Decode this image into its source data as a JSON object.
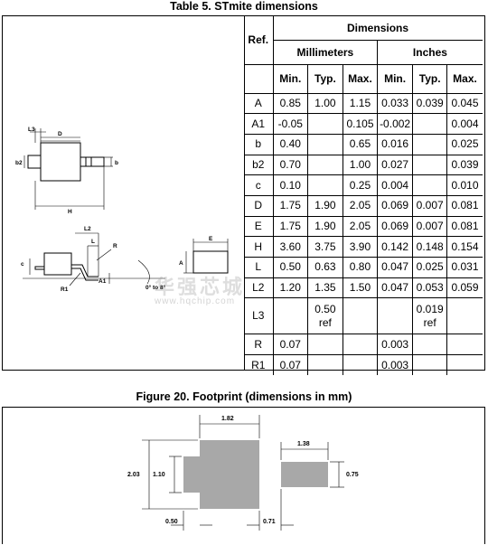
{
  "table_caption": "Table 5. STmite dimensions",
  "figure_caption": "Figure 20. Footprint (dimensions in mm)",
  "headers": {
    "ref": "Ref.",
    "dimensions": "Dimensions",
    "millimeters": "Millimeters",
    "inches": "Inches",
    "min": "Min.",
    "typ": "Typ.",
    "max": "Max."
  },
  "rows": [
    {
      "ref": "A",
      "mm_min": "0.85",
      "mm_typ": "1.00",
      "mm_max": "1.15",
      "in_min": "0.033",
      "in_typ": "0.039",
      "in_max": "0.045"
    },
    {
      "ref": "A1",
      "mm_min": "-0.05",
      "mm_typ": "",
      "mm_max": "0.105",
      "in_min": "-0.002",
      "in_typ": "",
      "in_max": "0.004"
    },
    {
      "ref": "b",
      "mm_min": "0.40",
      "mm_typ": "",
      "mm_max": "0.65",
      "in_min": "0.016",
      "in_typ": "",
      "in_max": "0.025"
    },
    {
      "ref": "b2",
      "mm_min": "0.70",
      "mm_typ": "",
      "mm_max": "1.00",
      "in_min": "0.027",
      "in_typ": "",
      "in_max": "0.039"
    },
    {
      "ref": "c",
      "mm_min": "0.10",
      "mm_typ": "",
      "mm_max": "0.25",
      "in_min": "0.004",
      "in_typ": "",
      "in_max": "0.010"
    },
    {
      "ref": "D",
      "mm_min": "1.75",
      "mm_typ": "1.90",
      "mm_max": "2.05",
      "in_min": "0.069",
      "in_typ": "0.007",
      "in_max": "0.081"
    },
    {
      "ref": "E",
      "mm_min": "1.75",
      "mm_typ": "1.90",
      "mm_max": "2.05",
      "in_min": "0.069",
      "in_typ": "0.007",
      "in_max": "0.081"
    },
    {
      "ref": "H",
      "mm_min": "3.60",
      "mm_typ": "3.75",
      "mm_max": "3.90",
      "in_min": "0.142",
      "in_typ": "0.148",
      "in_max": "0.154"
    },
    {
      "ref": "L",
      "mm_min": "0.50",
      "mm_typ": "0.63",
      "mm_max": "0.80",
      "in_min": "0.047",
      "in_typ": "0.025",
      "in_max": "0.031"
    },
    {
      "ref": "L2",
      "mm_min": "1.20",
      "mm_typ": "1.35",
      "mm_max": "1.50",
      "in_min": "0.047",
      "in_typ": "0.053",
      "in_max": "0.059"
    },
    {
      "ref": "L3",
      "mm_min": "",
      "mm_typ": "0.50 ref",
      "mm_max": "",
      "in_min": "",
      "in_typ": "0.019 ref",
      "in_max": ""
    },
    {
      "ref": "R",
      "mm_min": "0.07",
      "mm_typ": "",
      "mm_max": "",
      "in_min": "0.003",
      "in_typ": "",
      "in_max": ""
    },
    {
      "ref": "R1",
      "mm_min": "0.07",
      "mm_typ": "",
      "mm_max": "",
      "in_min": "0.003",
      "in_typ": "",
      "in_max": ""
    }
  ],
  "drawing_labels": {
    "L3": "L3",
    "D": "D",
    "b2": "b2",
    "b": "b",
    "H": "H",
    "L2": "L2",
    "L": "L",
    "R": "R",
    "c": "c",
    "R1": "R1",
    "A1": "A1",
    "angle": "0° to 8°",
    "E": "E",
    "A": "A"
  },
  "footprint_labels": {
    "w182": "1.82",
    "w138": "1.38",
    "h203": "2.03",
    "h110": "1.10",
    "h075": "0.75",
    "w050": "0.50",
    "w071": "0.71"
  },
  "watermark": "华强芯城",
  "watermark_url": "www.hqchip.com"
}
